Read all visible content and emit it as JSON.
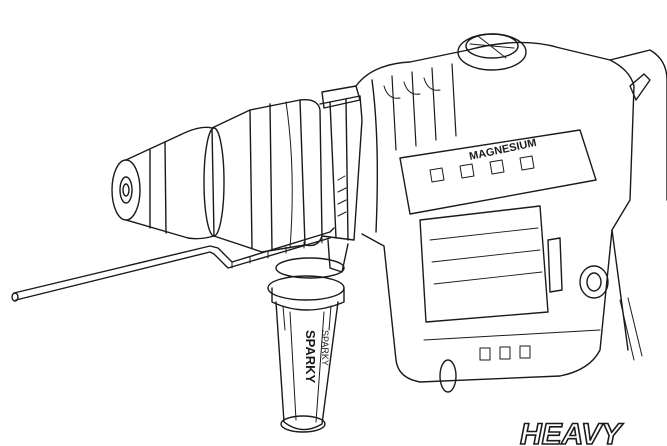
{
  "illustration": {
    "subject": "rotary-hammer-line-drawing",
    "stroke_color": "#1a1a1a",
    "background_color": "#ffffff",
    "housing_label": "MAGNESIUM",
    "handle_brand": "SPARKY",
    "handle_brand_secondary": "SPARKY",
    "corner_text": "HEAVY"
  }
}
